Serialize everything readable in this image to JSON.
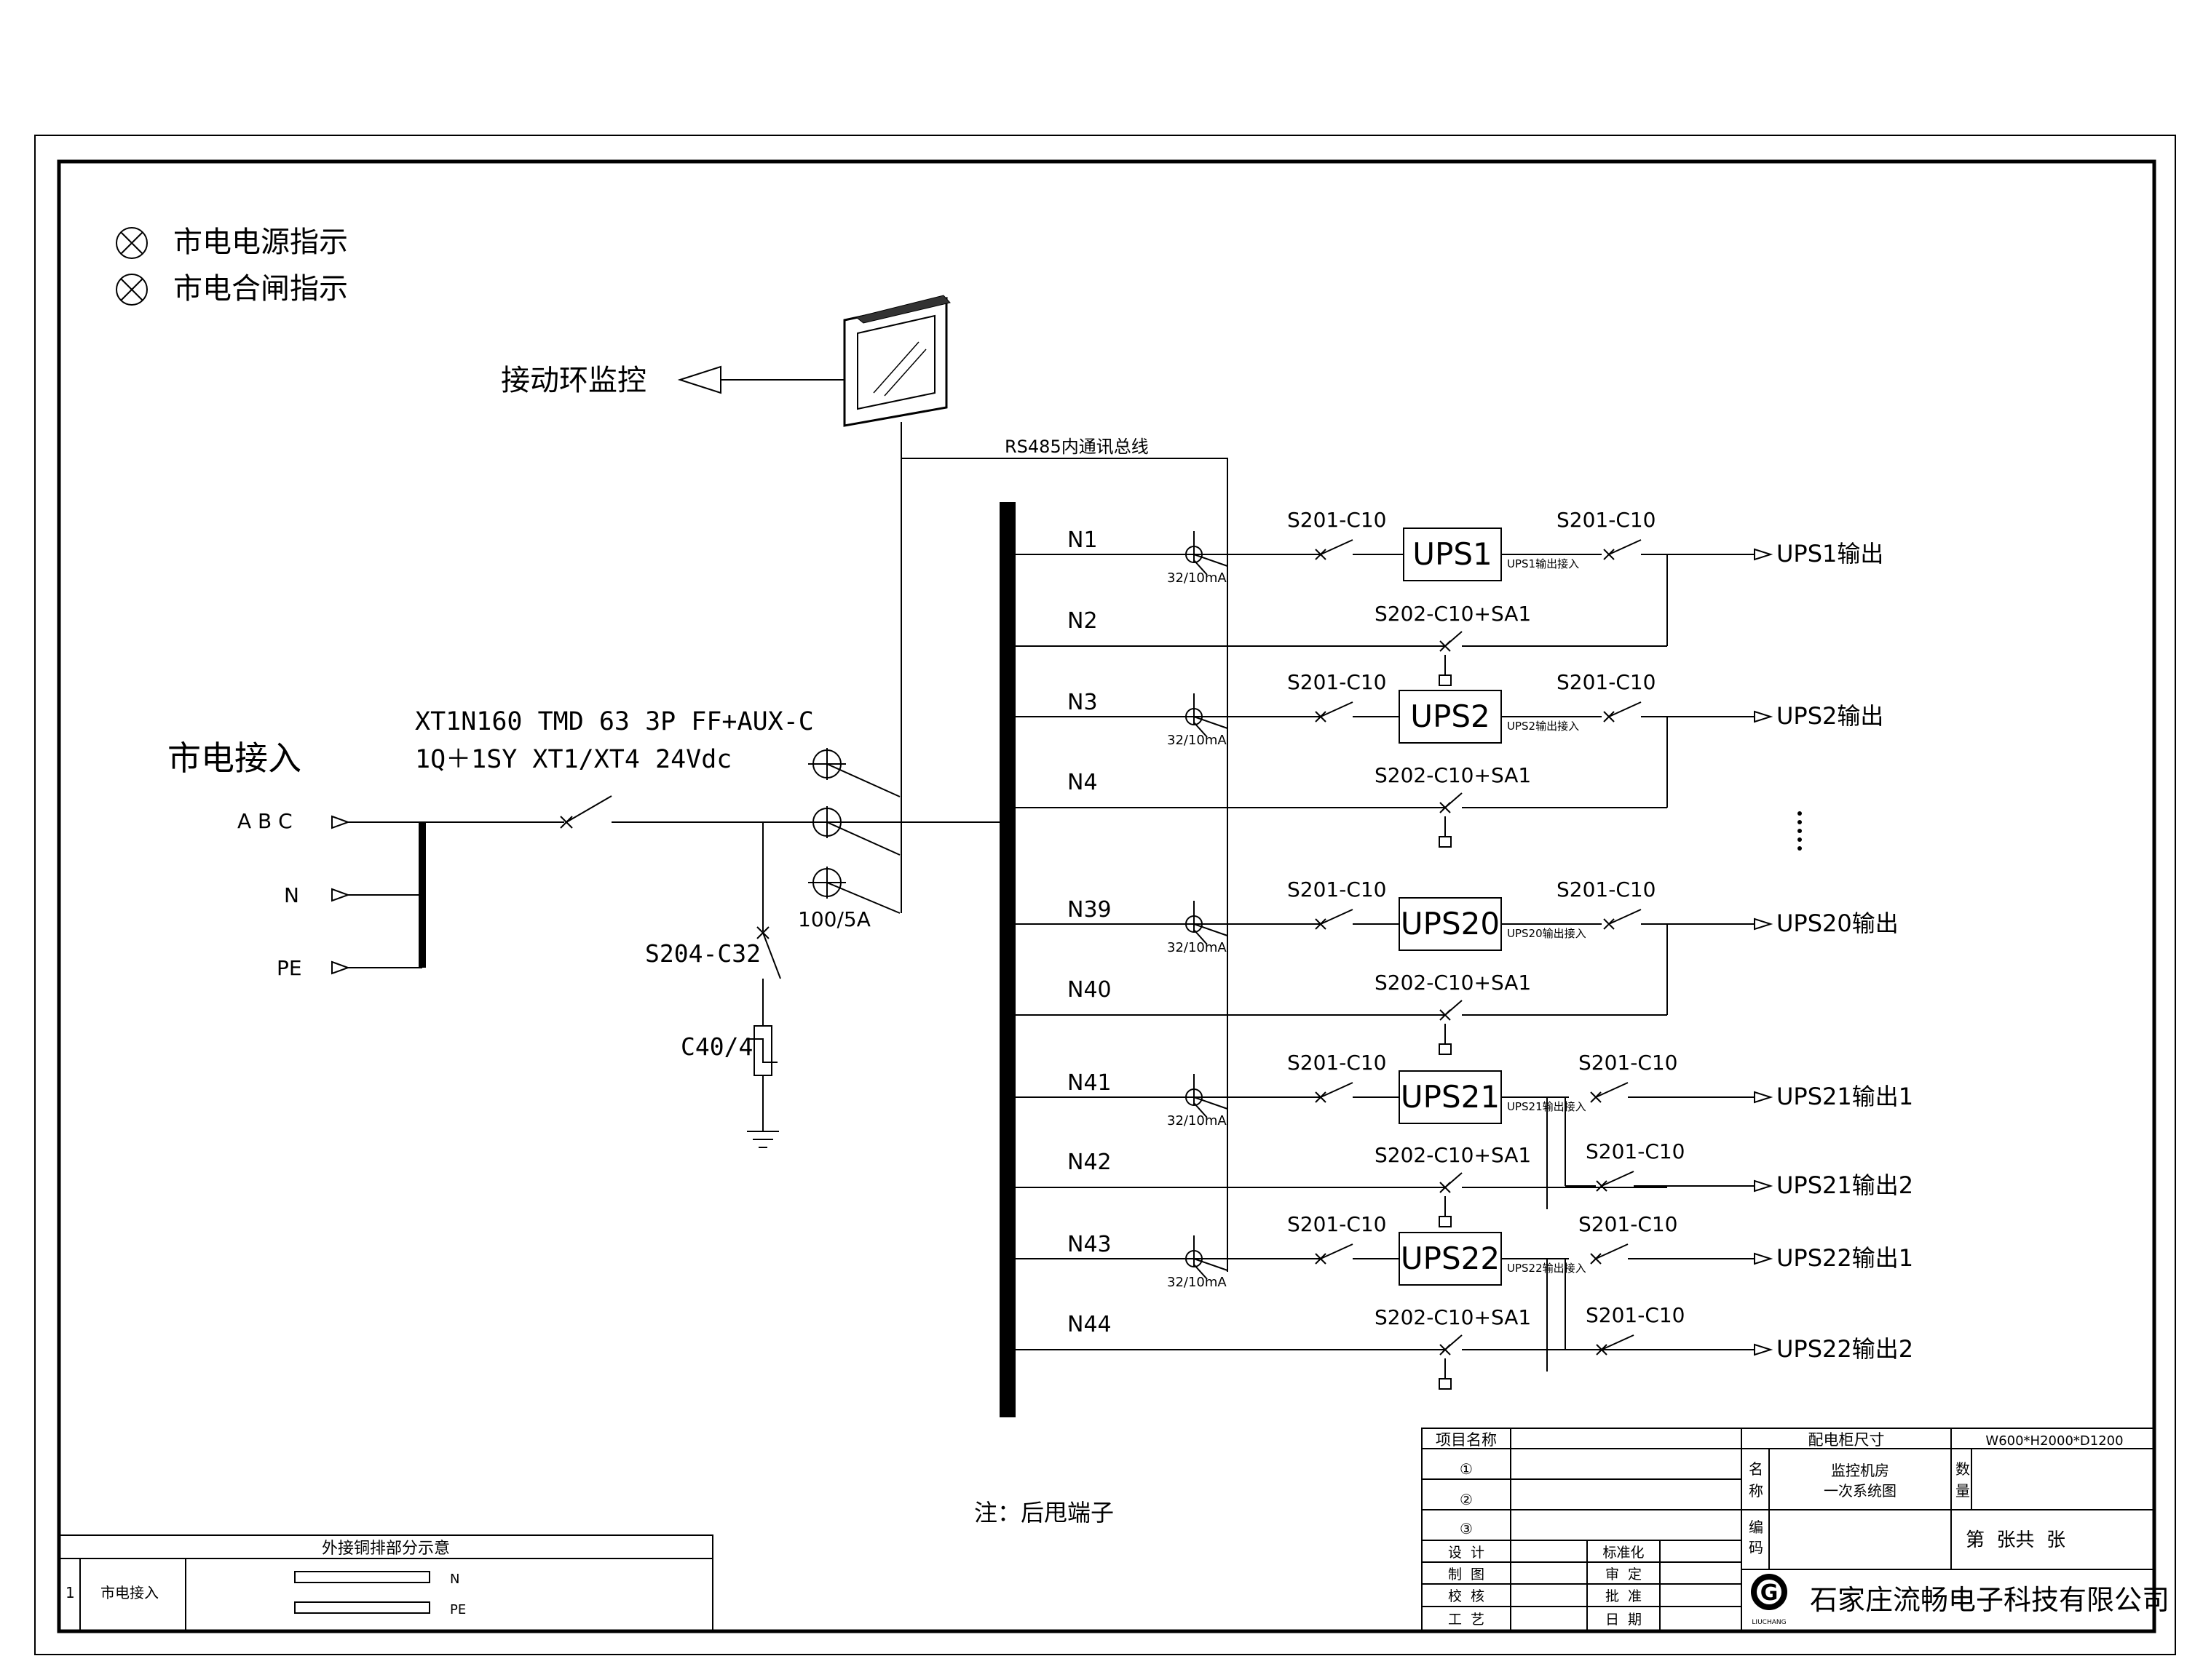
{
  "legend": {
    "items": [
      {
        "label": "市电电源指示"
      },
      {
        "label": "市电合闸指示"
      }
    ]
  },
  "monitor": {
    "label": "接动环监控",
    "bus_label": "RS485内通讯总线"
  },
  "mains": {
    "title": "市电接入",
    "phases": {
      "abc": "A B C",
      "n": "N",
      "pe": "PE"
    },
    "breaker_line1": "XT1N160 TMD 63 3P FF+AUX-C",
    "breaker_line2": "1Q＋1SY XT1/XT4 24Vdc",
    "ct_label": "100/5A",
    "spd_breaker": "S204-C32",
    "spd_label": "C40/4",
    "note": "注：后甩端子"
  },
  "rcd_label": "32/10mA",
  "feeders": [
    {
      "n_in": "N1",
      "n_bypass": "N2",
      "ups": "UPS1",
      "in_breaker": "S201-C10",
      "bypass_breaker": "S202-C10+SA1",
      "tag": "UPS1输出接入",
      "outputs": [
        {
          "breaker": "S201-C10",
          "label": "UPS1输出"
        }
      ]
    },
    {
      "n_in": "N3",
      "n_bypass": "N4",
      "ups": "UPS2",
      "in_breaker": "S201-C10",
      "bypass_breaker": "S202-C10+SA1",
      "tag": "UPS2输出接入",
      "outputs": [
        {
          "breaker": "S201-C10",
          "label": "UPS2输出"
        }
      ]
    },
    {
      "n_in": "N39",
      "n_bypass": "N40",
      "ups": "UPS20",
      "in_breaker": "S201-C10",
      "bypass_breaker": "S202-C10+SA1",
      "tag": "UPS20输出接入",
      "outputs": [
        {
          "breaker": "S201-C10",
          "label": "UPS20输出"
        }
      ]
    },
    {
      "n_in": "N41",
      "n_bypass": "N42",
      "ups": "UPS21",
      "in_breaker": "S201-C10",
      "bypass_breaker": "S202-C10+SA1",
      "tag": "UPS21输出接入",
      "outputs": [
        {
          "breaker": "S201-C10",
          "label": "UPS21输出1"
        },
        {
          "breaker": "S201-C10",
          "label": "UPS21输出2"
        }
      ]
    },
    {
      "n_in": "N43",
      "n_bypass": "N44",
      "ups": "UPS22",
      "in_breaker": "S201-C10",
      "bypass_breaker": "S202-C10+SA1",
      "tag": "UPS22输出接入",
      "outputs": [
        {
          "breaker": "S201-C10",
          "label": "UPS22输出1"
        },
        {
          "breaker": "S201-C10",
          "label": "UPS22输出2"
        }
      ]
    }
  ],
  "busbar_table": {
    "title": "外接铜排部分示意",
    "row_no": "1",
    "row_name": "市电接入",
    "bars": [
      "N",
      "PE"
    ]
  },
  "title_block": {
    "project_name_label": "项目名称",
    "rows": [
      "①",
      "②",
      "③"
    ],
    "cabinet_size_label": "配电柜尺寸",
    "cabinet_size": "W600*H2000*D1200",
    "name_label": "名称",
    "name_line1": "监控机房",
    "name_line2": "一次系统图",
    "qty_label": "数量",
    "code_label": "编码",
    "sheet_text": "第  张共  张",
    "sign_left": [
      "设  计",
      "制  图",
      "校  核",
      "工  艺"
    ],
    "sign_right": [
      "标准化",
      "审  定",
      "批  准",
      "日  期"
    ],
    "logo_letter": "G",
    "logo_sub": "LIUCHANG",
    "company": "石家庄流畅电子科技有限公司"
  }
}
